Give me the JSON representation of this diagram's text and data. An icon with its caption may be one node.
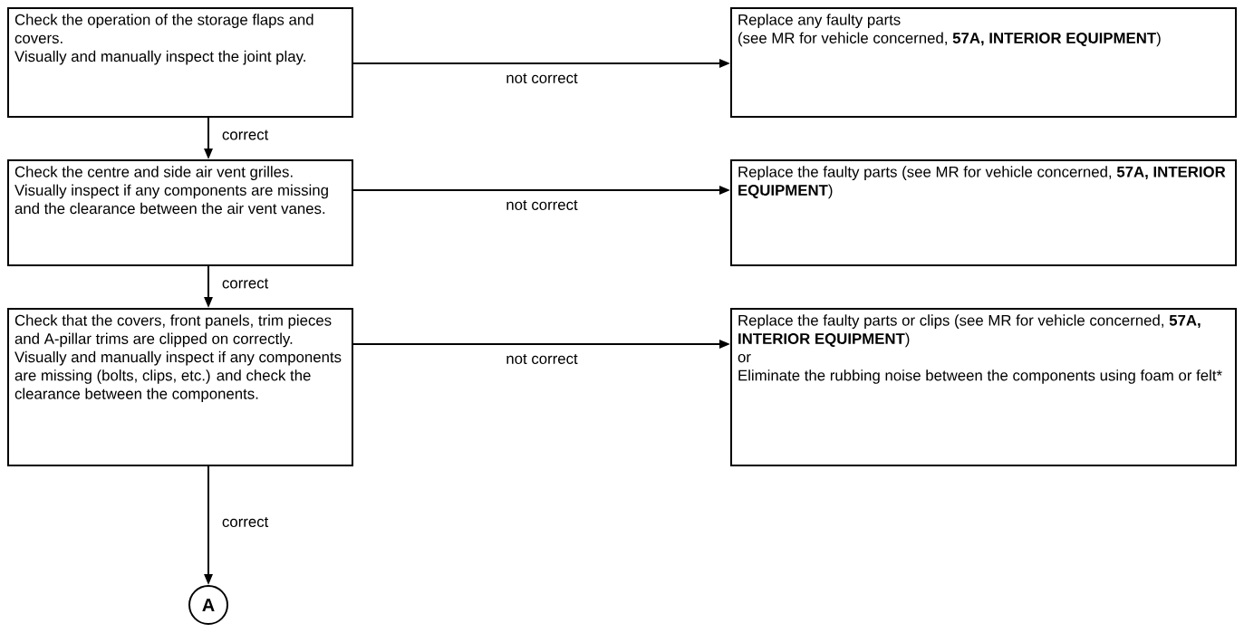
{
  "diagram": {
    "nodes": [
      {
        "text": [
          "Check the operation of the storage flaps and covers.",
          "Visually and manually inspect the joint play."
        ]
      },
      {
        "text": [
          "Replace any faulty parts",
          "(see MR for vehicle concerned, **57A, INTERIOR EQUIPMENT**)"
        ]
      },
      {
        "text": [
          "Check the centre and side air vent grilles.",
          "Visually inspect if any components are missing and the clearance between the air vent vanes."
        ]
      },
      {
        "text": [
          "Replace the faulty parts (see MR for vehicle concerned, **57A, INTERIOR EQUIPMENT**)"
        ]
      },
      {
        "text": [
          "Check that the covers, front panels, trim pieces and A-pillar trims are clipped on correctly.",
          "Visually and manually inspect if any components are missing (bolts, clips, etc.) and check the clearance between the components."
        ]
      },
      {
        "text": [
          "Replace the faulty parts or clips (see MR for vehicle concerned, **57A, INTERIOR EQUIPMENT**)",
          "or",
          "Eliminate the rubbing noise between the components using foam or felt*"
        ]
      },
      {
        "text": [
          "A"
        ]
      }
    ],
    "edges": [
      {
        "from": 0,
        "to": 1,
        "arrow": "to",
        "label": "not correct"
      },
      {
        "from": 0,
        "to": 2,
        "arrow": "to",
        "label": "correct"
      },
      {
        "from": 2,
        "to": 3,
        "arrow": "to",
        "label": "not correct"
      },
      {
        "from": 2,
        "to": 4,
        "arrow": "to",
        "label": "correct"
      },
      {
        "from": 4,
        "to": 5,
        "arrow": "to",
        "label": "not correct"
      },
      {
        "from": 4,
        "to": 6,
        "arrow": "to",
        "label": "correct"
      }
    ]
  }
}
